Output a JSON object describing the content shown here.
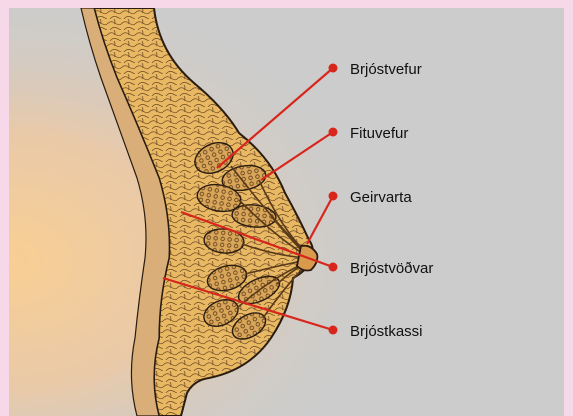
{
  "colors": {
    "page_frame": "#f6d8e8",
    "panel_background": "#cccccc",
    "tissue_fill": "#e8b863",
    "skin_glow": "#f6c98a",
    "outline": "#2a1c10",
    "leader_line": "#d8261c",
    "label_text": "#111111"
  },
  "labels": [
    {
      "id": "brjostvefur",
      "text": "Brjóstvefur"
    },
    {
      "id": "fituvefur",
      "text": "Fituvefur"
    },
    {
      "id": "geirvarta",
      "text": "Geirvarta"
    },
    {
      "id": "brjostvodvar",
      "text": "Brjóstvöðvar"
    },
    {
      "id": "brjostkassi",
      "text": "Brjóstkassi"
    }
  ]
}
